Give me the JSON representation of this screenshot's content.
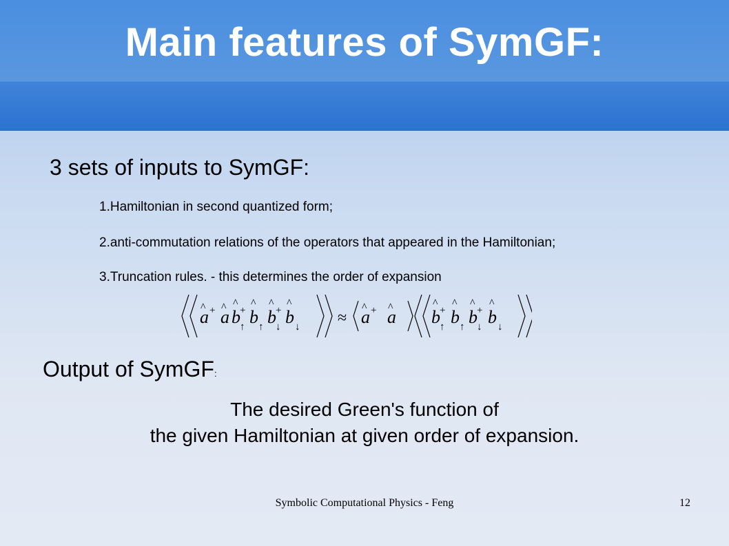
{
  "slide": {
    "title": "Main features of SymGF:",
    "inputs_heading": "3 sets of inputs to SymGF:",
    "inputs": [
      "1.Hamiltonian in second quantized form;",
      "2.anti-commutation relations of the operators that appeared in the Hamiltonian;",
      "3.Truncation rules. - this determines the order of expansion"
    ],
    "output_heading": "Output of SymGF",
    "output_colon": ":",
    "output_lines": [
      "The desired Green's function of",
      "the given Hamiltonian at given order of expansion."
    ],
    "footer_text": "Symbolic Computational Physics - Feng",
    "page_number": "12"
  }
}
